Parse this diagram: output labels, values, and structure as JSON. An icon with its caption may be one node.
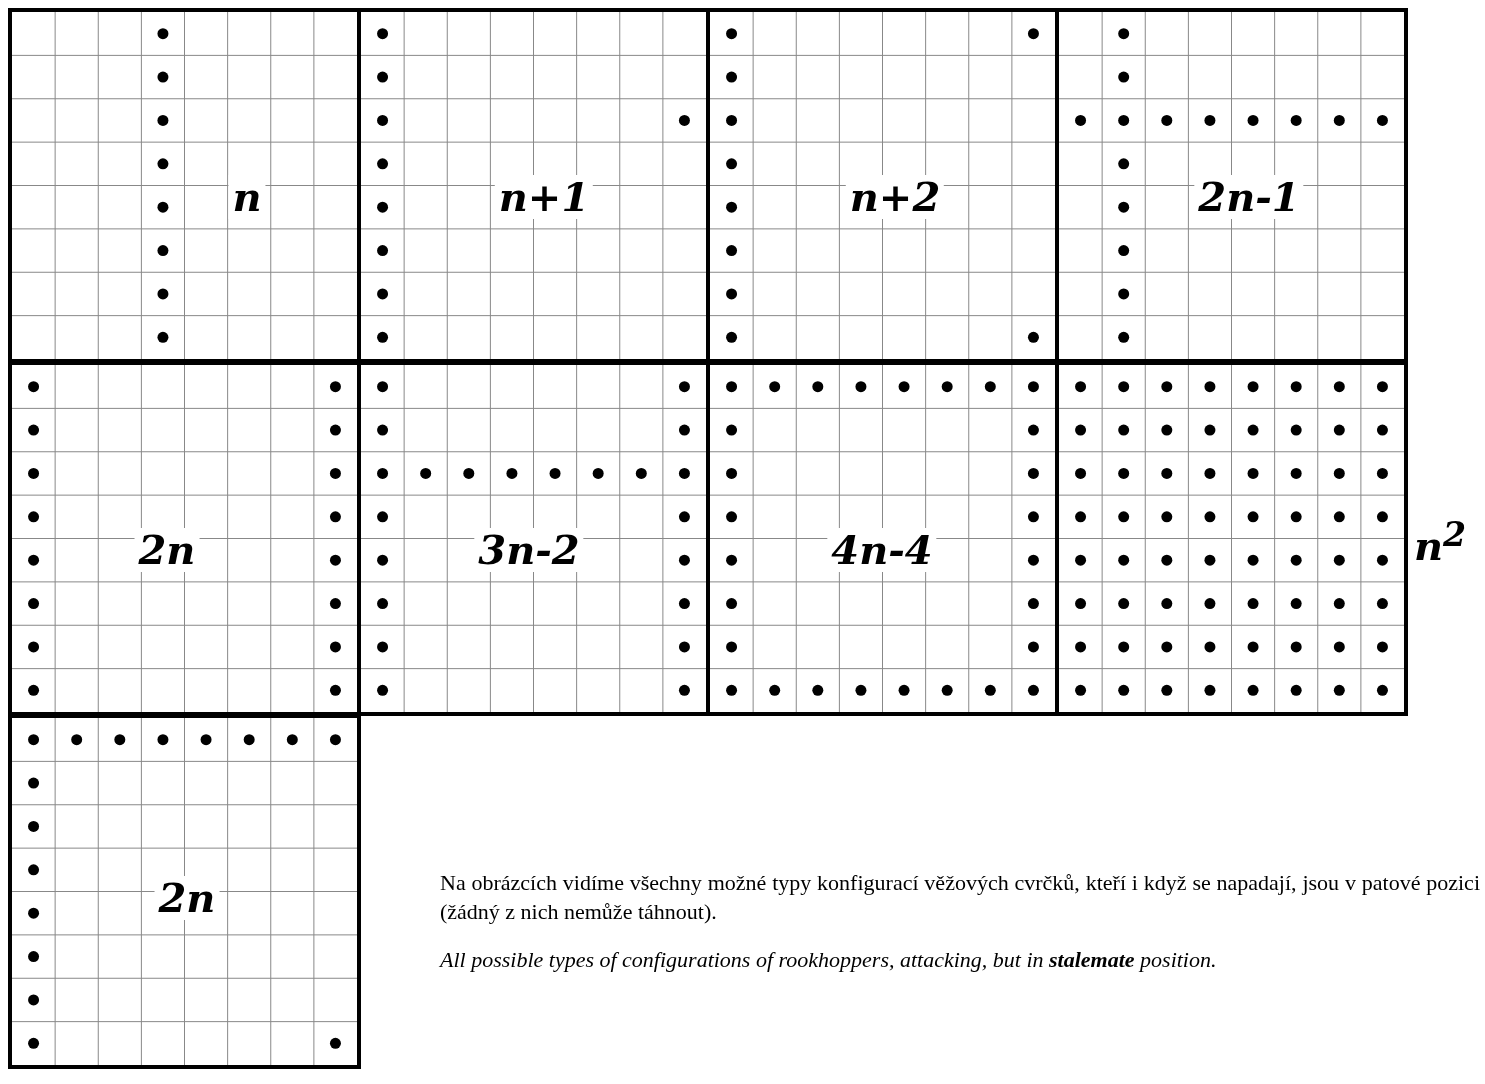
{
  "diagram": {
    "nodes": [
      {
        "text": [
          "n"
        ]
      },
      {
        "text": [
          "n+1"
        ]
      },
      {
        "text": [
          "n+2"
        ]
      },
      {
        "text": [
          "2n-1"
        ]
      },
      {
        "text": [
          "2n"
        ]
      },
      {
        "text": [
          "3n-2"
        ]
      },
      {
        "text": [
          "4n-4"
        ]
      },
      {
        "text": [],
        "shape": "box",
        "beside": [
          "n$^{2}$"
        ]
      },
      {
        "text": [
          "2n"
        ]
      }
    ],
    "edges": [],
    "labels": [
      "Na obrázcích vidíme všechny možné typy konfigurací věžových cvrčků, kteří i když se napadají, jsou v patové pozici (žádný z nich nemůže táhnout).",
      "All possible types of configurations of rookhoppers, attacking, but in **stalemate** position."
    ]
  }
}
